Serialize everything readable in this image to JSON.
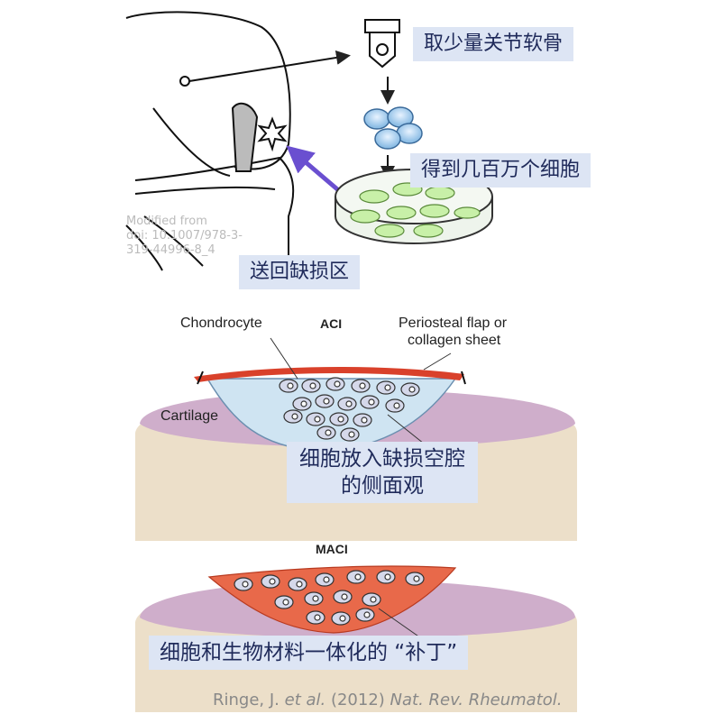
{
  "top_panel": {
    "step1": "取少量关节软骨",
    "step2": "得到几百万个细胞",
    "step3": "送回缺损区",
    "source_note": [
      "Modified from",
      "doi: 10.1007/978-3-",
      "319-44996-8_4"
    ]
  },
  "aci_panel": {
    "title": "ACI",
    "chondrocyte": "Chondrocyte",
    "flap_line1": "Periosteal flap or",
    "flap_line2": "collagen sheet",
    "cartilage": "Cartilage",
    "caption_line1": "细胞放入缺损空腔",
    "caption_line2": "的侧面观"
  },
  "maci_panel": {
    "title": "MACI",
    "caption": "细胞和生物材料一体化的 “补丁”"
  },
  "citation": {
    "authors": "Ringe, J. ",
    "etal": "et al.",
    "year": " (2012) ",
    "journal": "Nat. Rev. Rheumatol."
  },
  "colors": {
    "label_bg": "#dde5f4",
    "label_text": "#1f2a5a",
    "cartilage": "#cfaecb",
    "bone": "#ecdfc9",
    "flap": "#d9412b",
    "arrow": "#6a4fd0"
  }
}
